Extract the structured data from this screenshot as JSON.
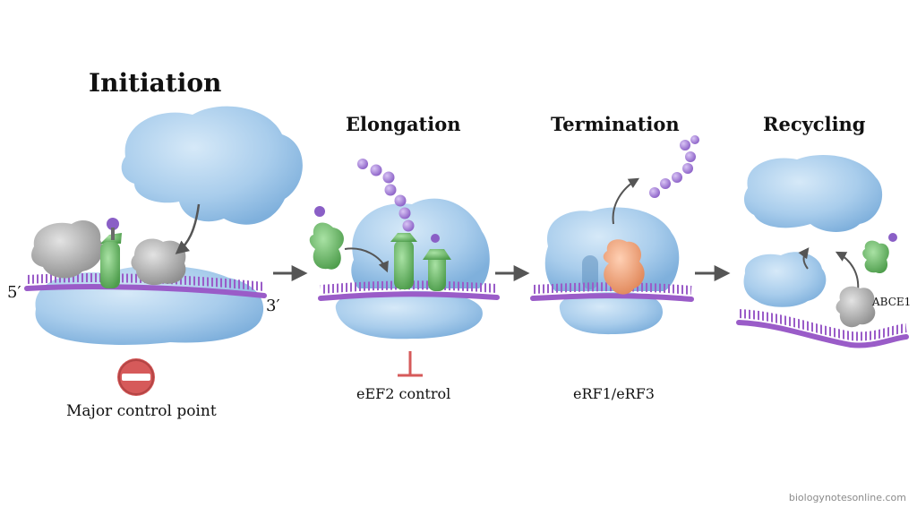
{
  "stages": [
    {
      "id": "initiation",
      "title": "Initiation"
    },
    {
      "id": "elongation",
      "title": "Elongation"
    },
    {
      "id": "termination",
      "title": "Termination"
    },
    {
      "id": "recycling",
      "title": "Recycling"
    }
  ],
  "labels": {
    "five_prime": "5′",
    "three_prime": "3′",
    "major_control": "Major control point",
    "eef2_control": "eEF2 control",
    "release_factors": "eRF1/eRF3",
    "abce1": "ABCE1"
  },
  "watermark": "biologynotesonline.com",
  "colors": {
    "ribosome": "#a9cdec",
    "mrna": "#9a5cc8",
    "trna": "#6cc06a",
    "initiation_factor": "#a8a8a8",
    "release_factor": "#f0a57c",
    "amino_acid": "#a77fda",
    "control": "#d65a5a",
    "arrow": "#555555"
  },
  "icons": [
    "stop-sign-icon",
    "inhibition-bar-icon"
  ]
}
